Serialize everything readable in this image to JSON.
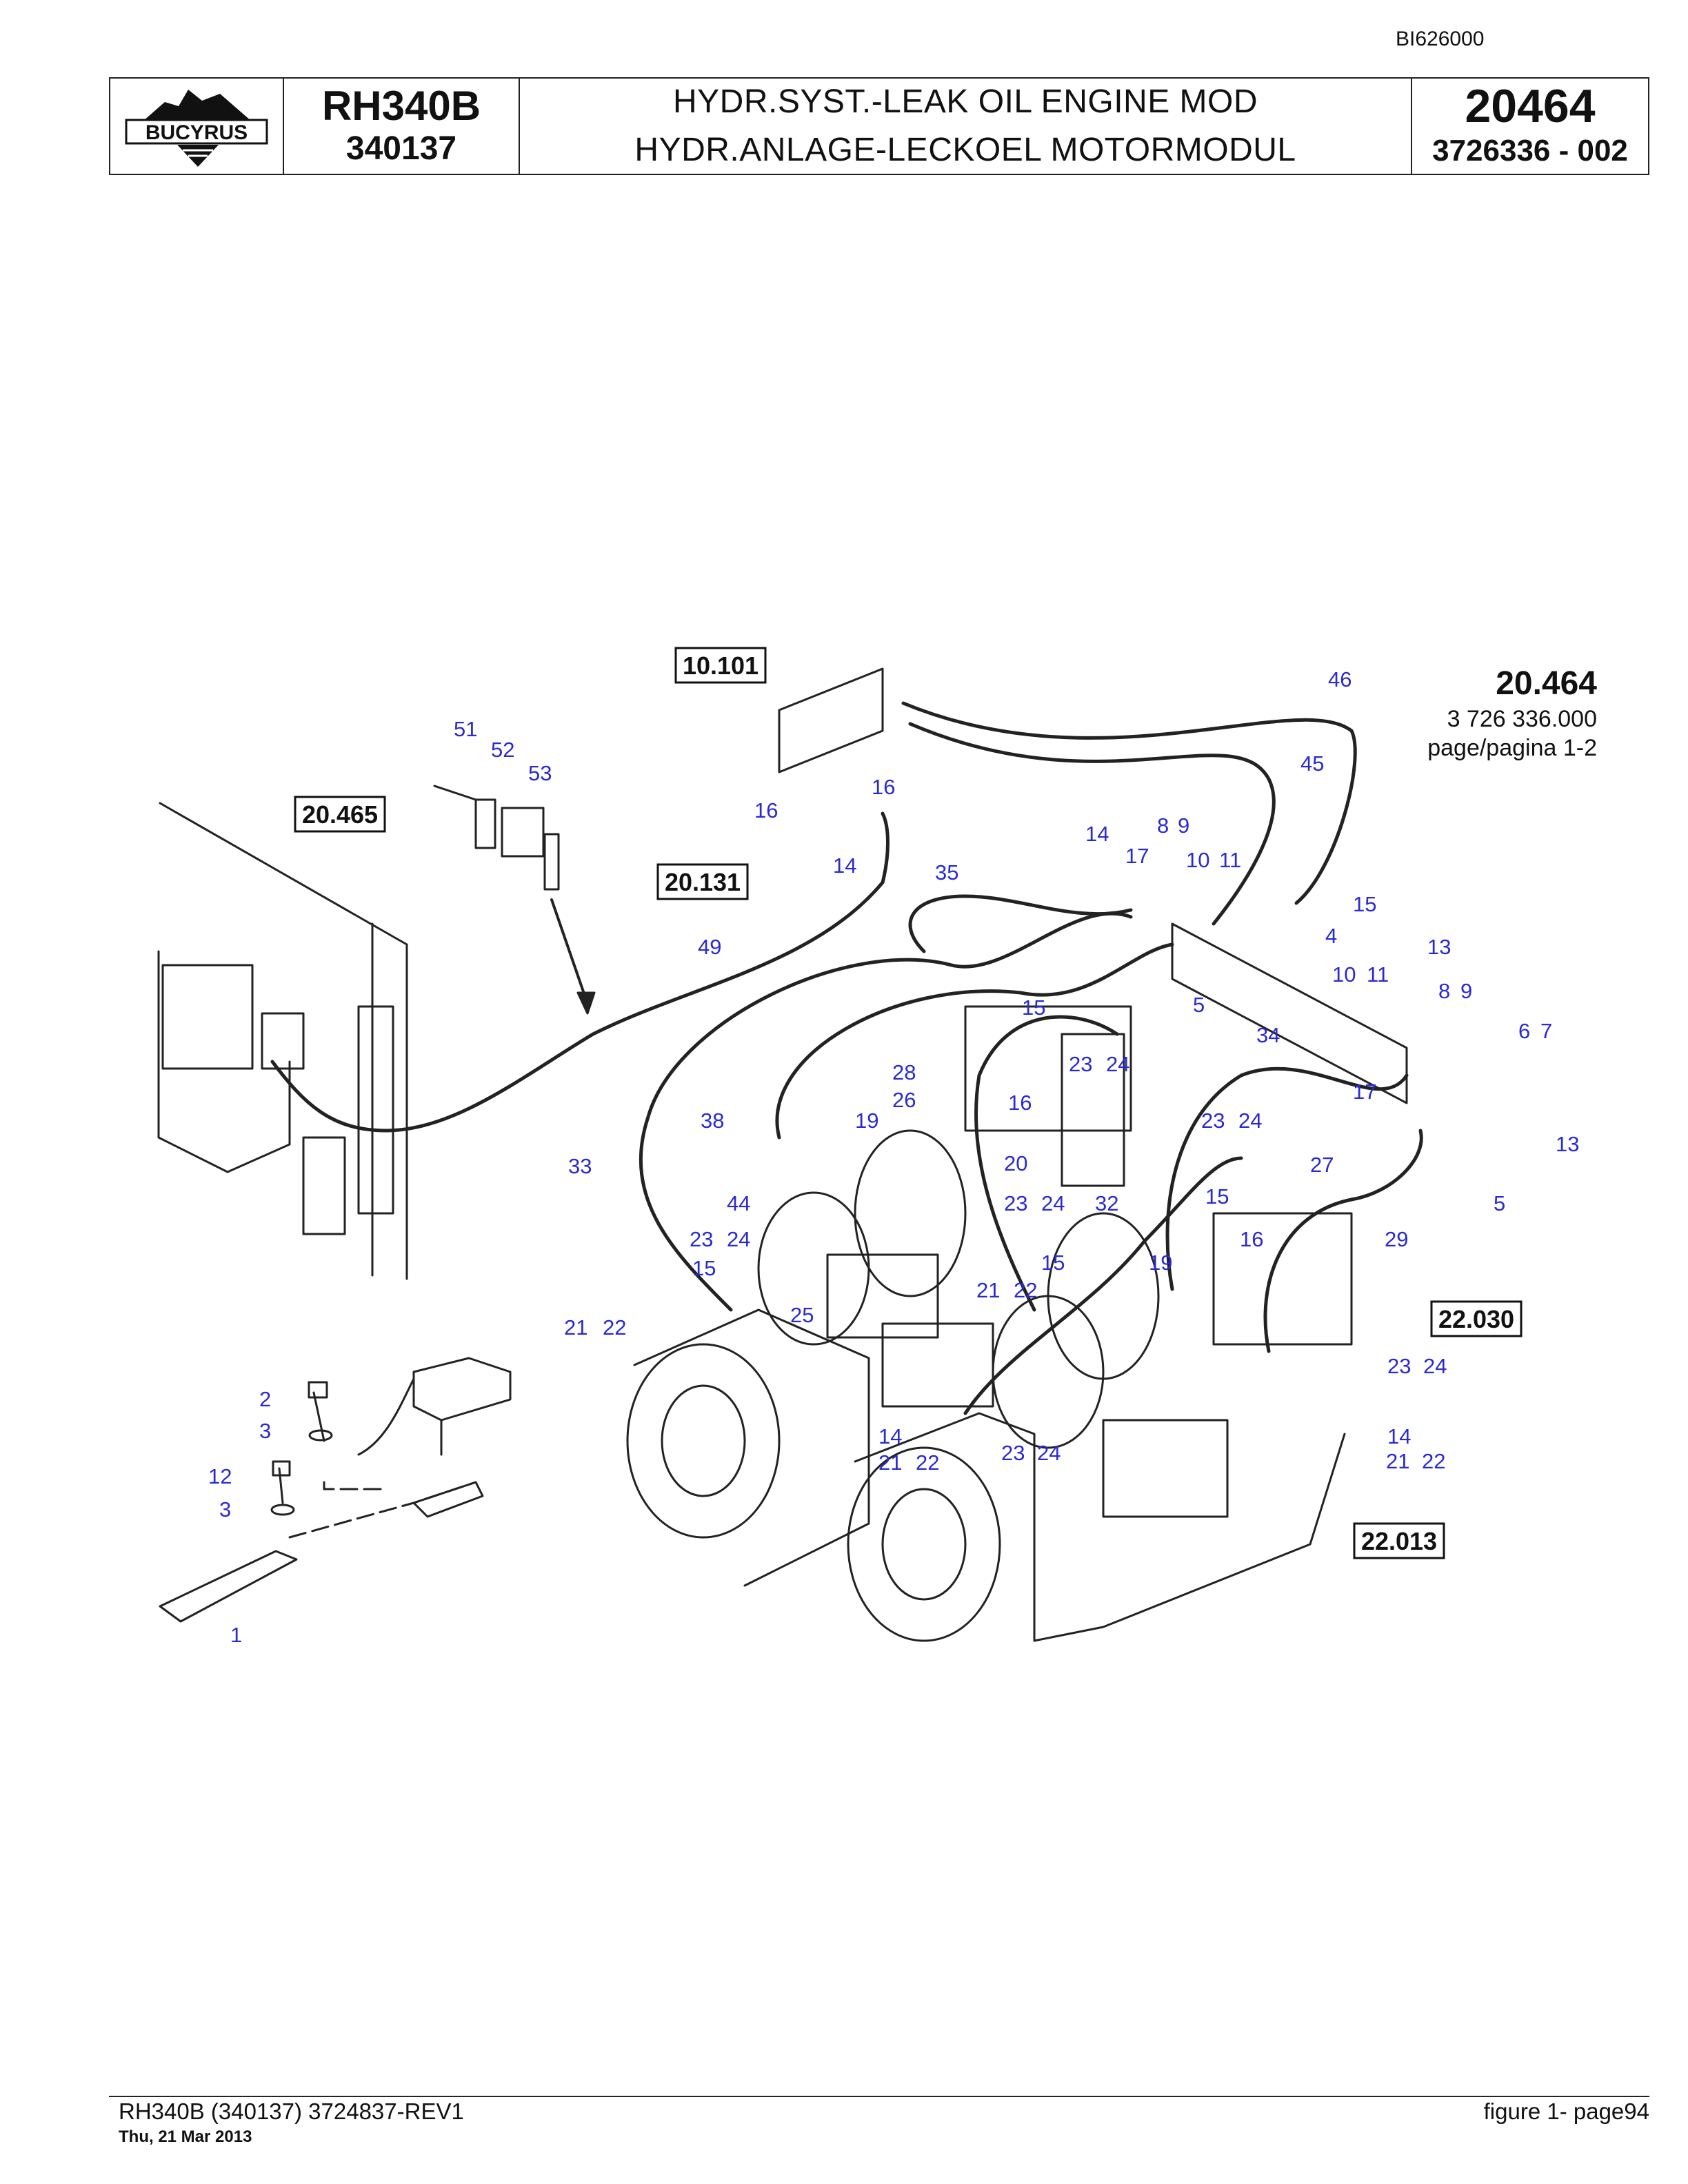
{
  "header": {
    "doc_id": "BI626000",
    "brand": "BUCYRUS",
    "model": "RH340B",
    "serial": "340137",
    "title_en": "HYDR.SYST.-LEAK OIL ENGINE MOD",
    "title_de": "HYDR.ANLAGE-LECKOEL MOTORMODUL",
    "figure_no": "20464",
    "part_no": "3726336  - 002"
  },
  "sheet_ref": {
    "figure": "20.464",
    "number": "3 726 336.000",
    "page": "page/pagina 1-2"
  },
  "ref_boxes": [
    "10.101",
    "20.465",
    "20.131",
    "22.030",
    "22.013"
  ],
  "callouts": [
    "51",
    "52",
    "53",
    "16",
    "16",
    "14",
    "46",
    "45",
    "35",
    "14",
    "17",
    "8",
    "9",
    "10",
    "11",
    "15",
    "49",
    "4",
    "13",
    "8",
    "9",
    "6",
    "7",
    "10",
    "11",
    "15",
    "5",
    "34",
    "28",
    "23",
    "24",
    "26",
    "16",
    "38",
    "19",
    "20",
    "17",
    "13",
    "23",
    "24",
    "27",
    "33",
    "15",
    "16",
    "32",
    "5",
    "29",
    "44",
    "23",
    "24",
    "23",
    "24",
    "15",
    "15",
    "21",
    "22",
    "25",
    "19",
    "21",
    "22",
    "23",
    "24",
    "2",
    "3",
    "12",
    "3",
    "1",
    "14",
    "21",
    "22",
    "23",
    "24",
    "14",
    "21",
    "22"
  ],
  "footer": {
    "left": "RH340B (340137) 3724837-REV1",
    "date": "Thu, 21 Mar 2013",
    "right": "figure  1- page94"
  }
}
